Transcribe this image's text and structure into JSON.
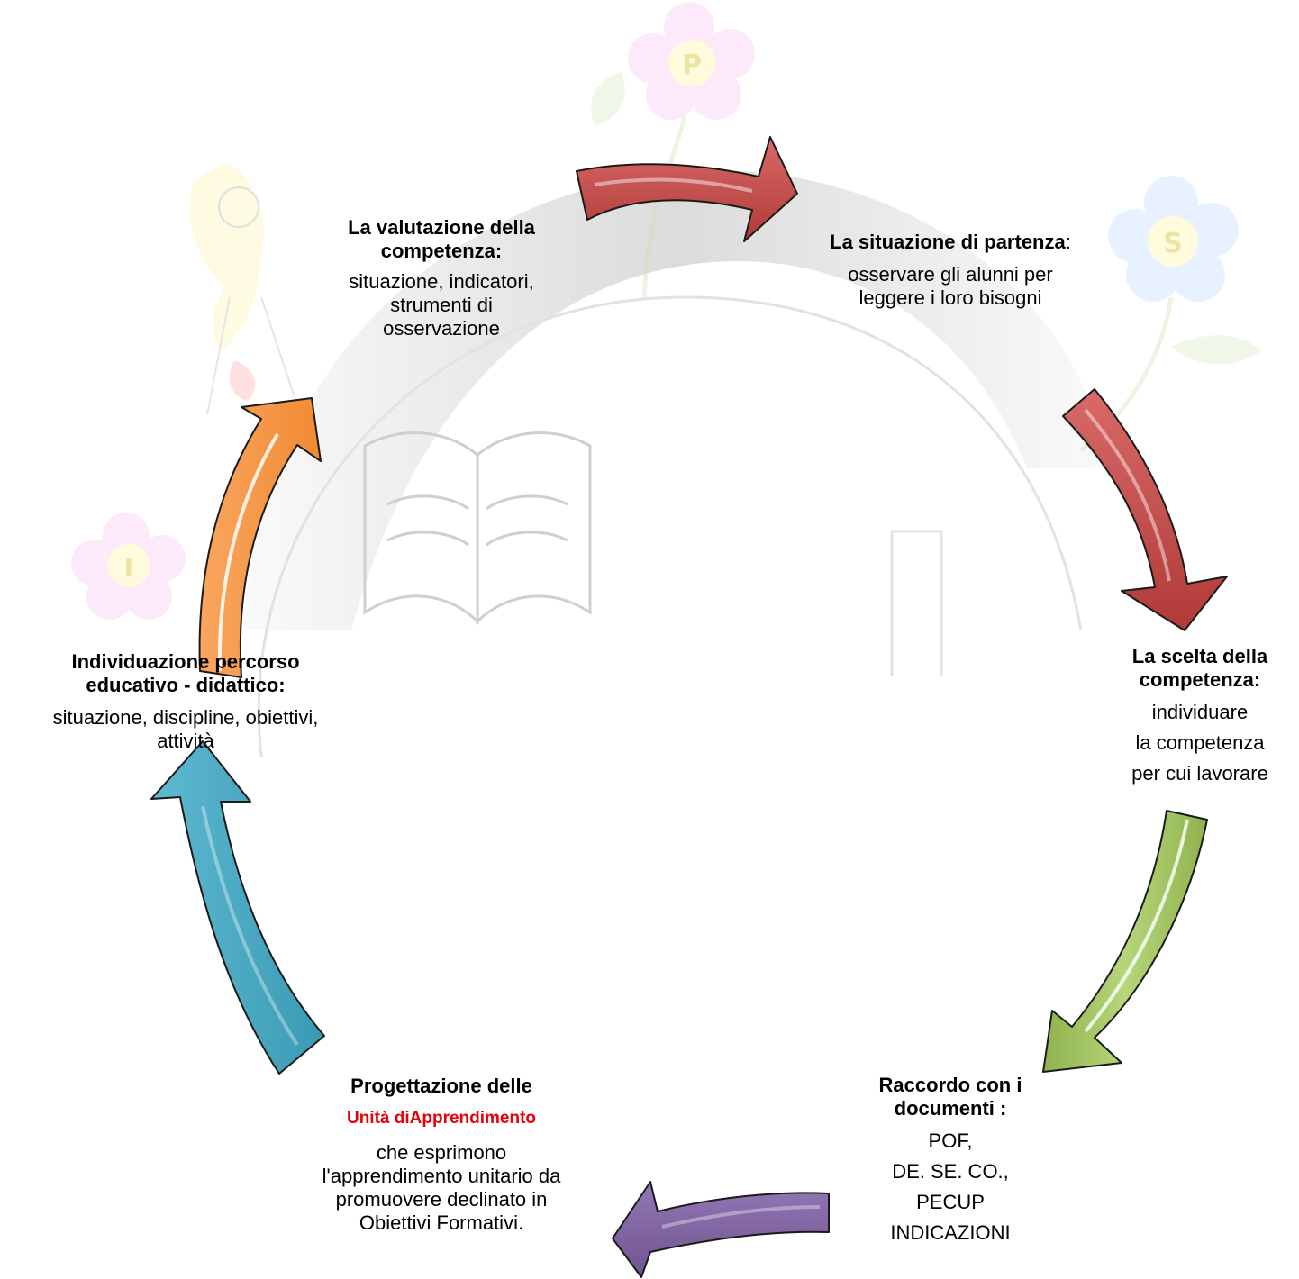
{
  "nodes": {
    "valutazione": {
      "title": "La valutazione della competenza:",
      "lines": [
        "situazione, indicatori,",
        "strumenti di",
        "osservazione"
      ]
    },
    "partenza": {
      "title": "La situazione di partenza",
      "title_suffix": ":",
      "lines": [
        "osservare gli alunni per",
        "leggere i loro bisogni"
      ]
    },
    "scelta": {
      "title": "La scelta della competenza:",
      "lines": [
        "individuare",
        "la competenza",
        "per cui lavorare"
      ]
    },
    "raccordo": {
      "title": "Raccordo con i documenti :",
      "lines": [
        "POF,",
        "DE. SE. CO.,",
        "PECUP",
        "INDICAZIONI"
      ]
    },
    "progettazione": {
      "title": "Progettazione delle",
      "highlight": "Unità diApprendimento",
      "lines": [
        "che esprimono",
        "l'apprendimento unitario da",
        "promuovere declinato in",
        "Obiettivi Formativi."
      ]
    },
    "percorso": {
      "title": "Individuazione percorso educativo - didattico:",
      "lines": [
        "situazione, discipline, obiettivi,",
        "attività"
      ]
    }
  },
  "watermark_letters": [
    "P",
    "S",
    "I"
  ],
  "colors": {
    "arrow_red": "#c0504d",
    "arrow_green": "#9bbb59",
    "arrow_purple": "#8064a2",
    "arrow_cyan": "#4bacc6",
    "arrow_orange": "#f79646",
    "highlight_red": "#e8000b"
  }
}
